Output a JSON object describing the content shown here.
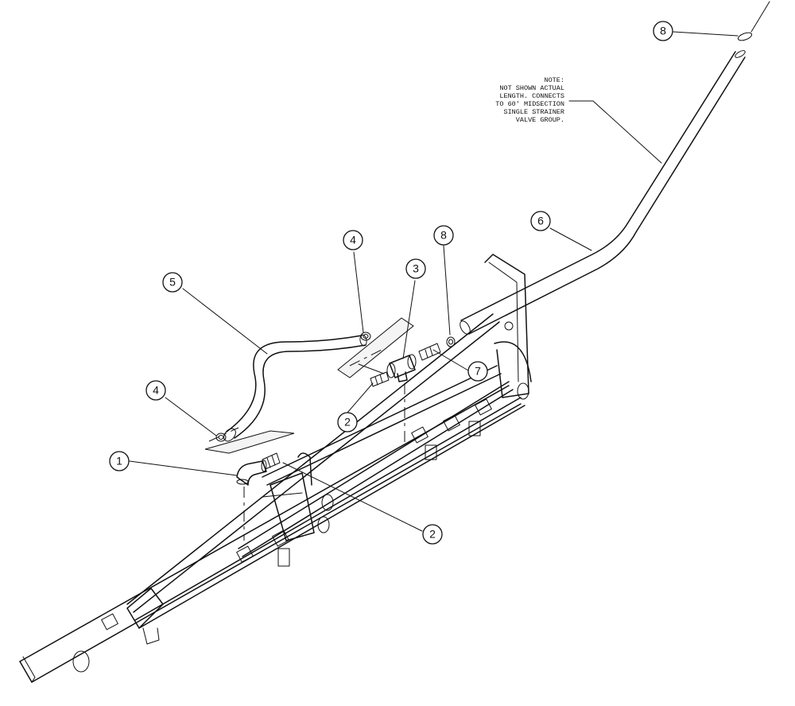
{
  "callouts": {
    "c1": "1",
    "c2a": "2",
    "c2b": "2",
    "c3": "3",
    "c4a": "4",
    "c4b": "4",
    "c5": "5",
    "c6": "6",
    "c7": "7",
    "c8a": "8",
    "c8b": "8"
  },
  "note": {
    "lines": [
      "NOTE:",
      "NOT SHOWN ACTUAL",
      "LENGTH.  CONNECTS",
      "TO 60' MIDSECTION",
      "SINGLE STRAINER",
      "VALVE GROUP."
    ]
  }
}
